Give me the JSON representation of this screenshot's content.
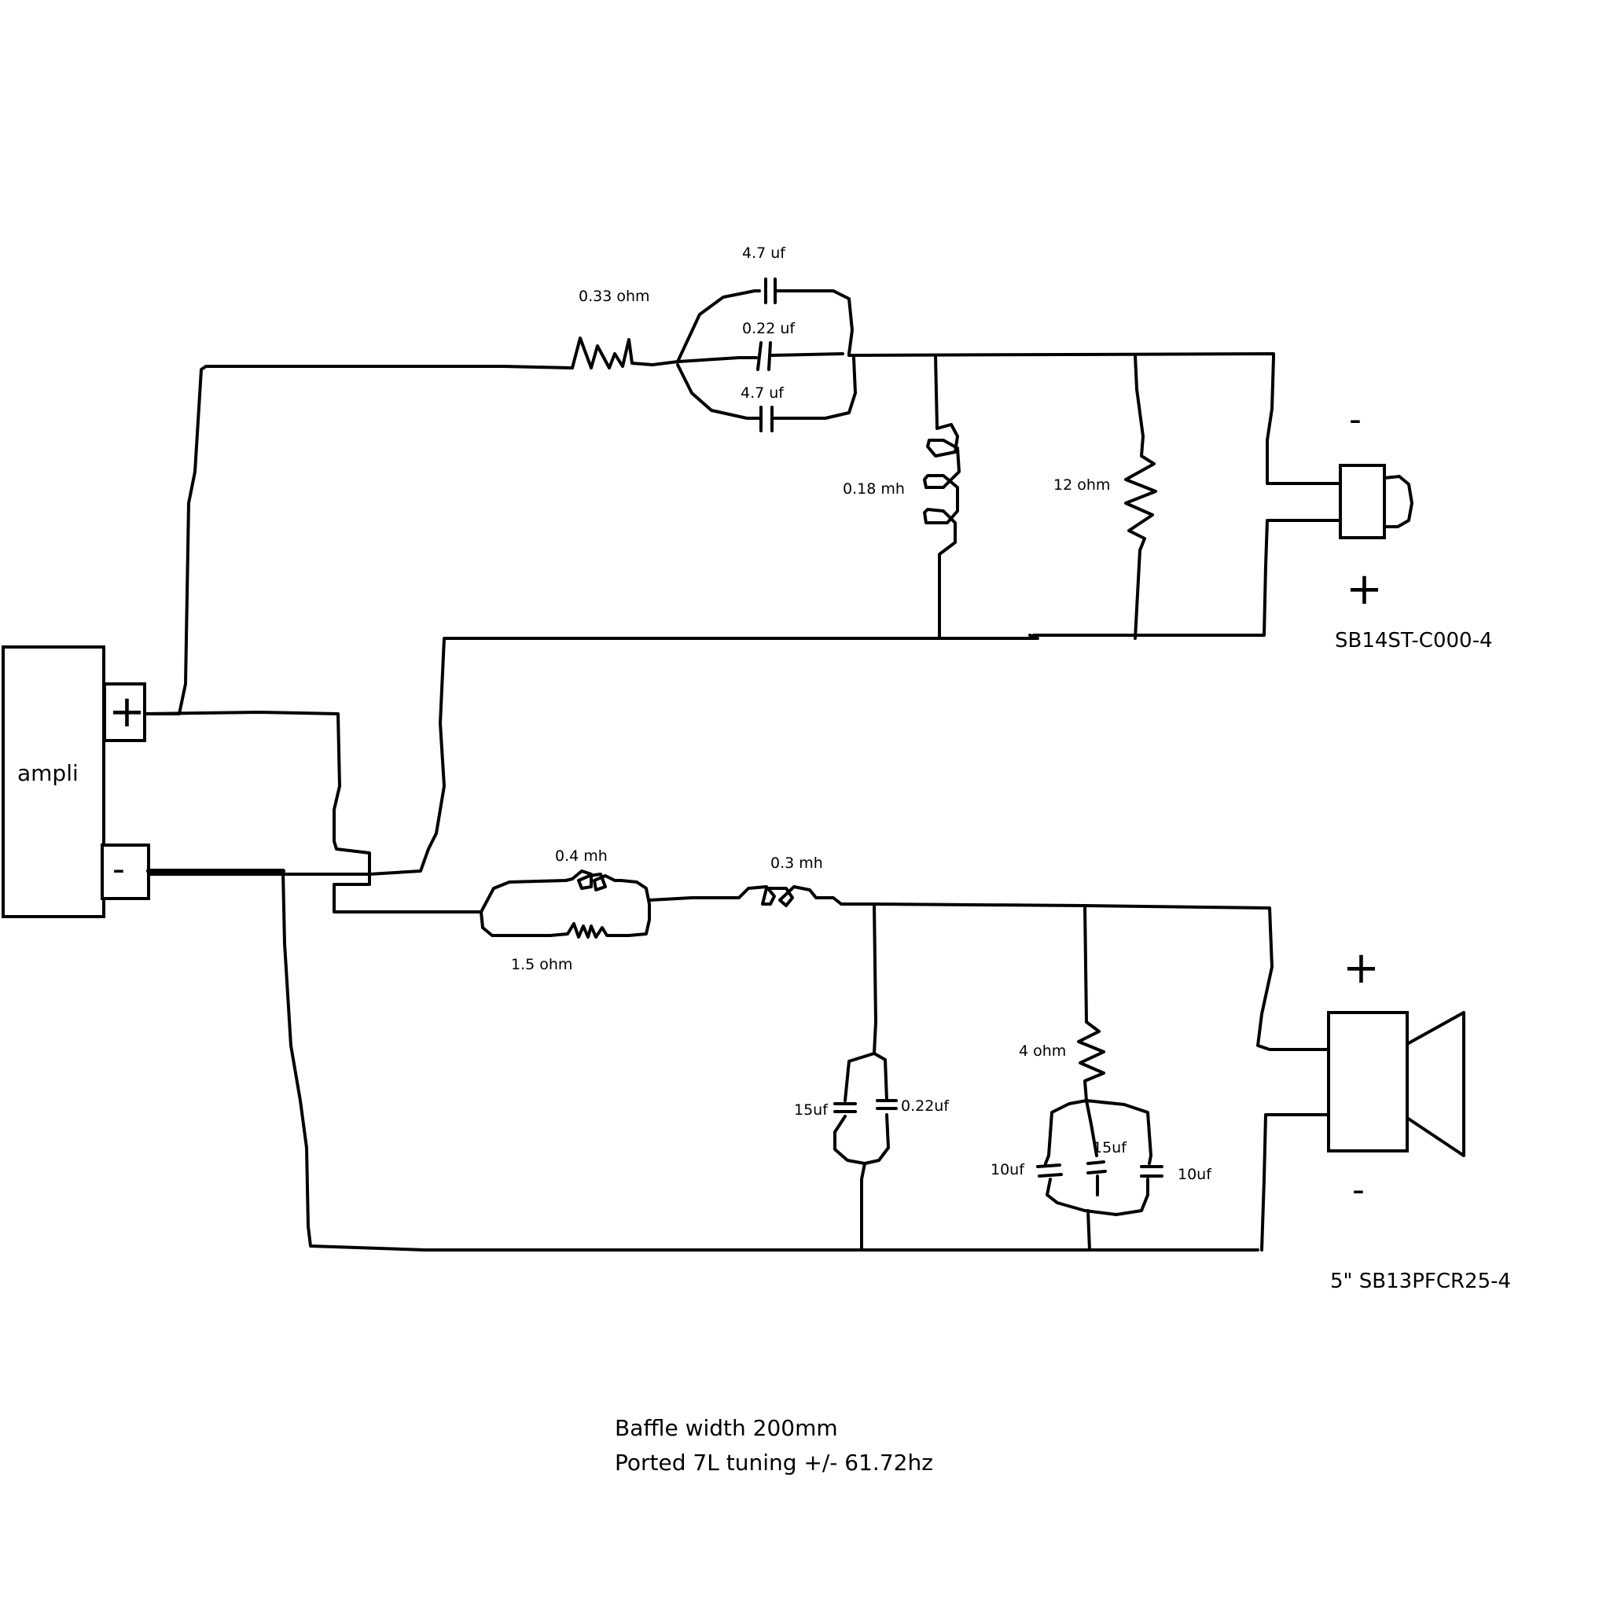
{
  "amp": {
    "label": "ampli",
    "plus": "+",
    "minus": "-"
  },
  "tweeter_branch": {
    "series_resistor": "0.33 ohm",
    "cap_top": "4.7 uf",
    "cap_mid": "0.22 uf",
    "cap_bot": "4.7 uf",
    "shunt_inductor": "0.18 mh",
    "shunt_resistor": "12 ohm",
    "driver_minus": "-",
    "driver_plus": "+",
    "driver_model": "SB14ST-C000-4"
  },
  "woofer_branch": {
    "inductor_1": "0.4 mh",
    "parallel_resistor": "1.5 ohm",
    "inductor_2": "0.3 mh",
    "cap_a": "15uf",
    "cap_b": "0.22uf",
    "zobel_resistor": "4 ohm",
    "cap_left": "10uf",
    "cap_center": "15uf",
    "cap_right": "10uf",
    "driver_plus": "+",
    "driver_minus": "-",
    "driver_model": "5\" SB13PFCR25-4"
  },
  "notes": {
    "line1": "Baffle width 200mm",
    "line2": "Ported 7L tuning +/- 61.72hz"
  }
}
